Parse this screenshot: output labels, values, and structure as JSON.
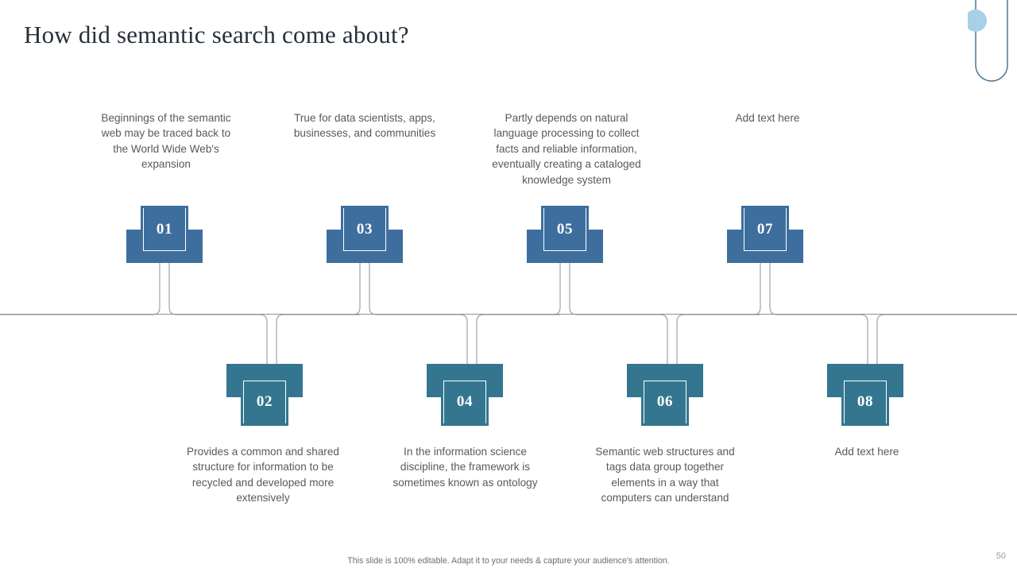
{
  "slide": {
    "title": "How did semantic search come about?",
    "page_number": "50",
    "footer_note": "This slide is 100% editable. Adapt it to your needs & capture your audience's attention."
  },
  "theme": {
    "title_color": "#26303a",
    "text_color": "#59595b",
    "node_blue": "#3d6e9e",
    "node_teal": "#34768f",
    "accent_circle": "#a8d0e6",
    "line_color": "#8d9196"
  },
  "timeline": {
    "axis_label": "timeline-axis",
    "nodes": [
      {
        "number": "01",
        "position": "above",
        "color": "blue",
        "text": "Beginnings of the semantic web may be traced back to the World Wide Web's expansion"
      },
      {
        "number": "02",
        "position": "below",
        "color": "teal",
        "text": "Provides a common and shared structure for information to be recycled and developed more extensively"
      },
      {
        "number": "03",
        "position": "above",
        "color": "blue",
        "text": "True for data scientists, apps, businesses, and communities"
      },
      {
        "number": "04",
        "position": "below",
        "color": "teal",
        "text": "In the information science discipline, the framework is sometimes known as ontology"
      },
      {
        "number": "05",
        "position": "above",
        "color": "blue",
        "text": "Partly depends on natural language processing to collect facts and reliable information, eventually creating a cataloged knowledge system"
      },
      {
        "number": "06",
        "position": "below",
        "color": "teal",
        "text": "Semantic web structures and tags data group together elements in a way that computers can understand"
      },
      {
        "number": "07",
        "position": "above",
        "color": "blue",
        "text": "Add text here"
      },
      {
        "number": "08",
        "position": "below",
        "color": "teal",
        "text": "Add text here"
      }
    ]
  },
  "decoration": {
    "shape": "rounded-u-outline",
    "circle": "accent-circle"
  }
}
